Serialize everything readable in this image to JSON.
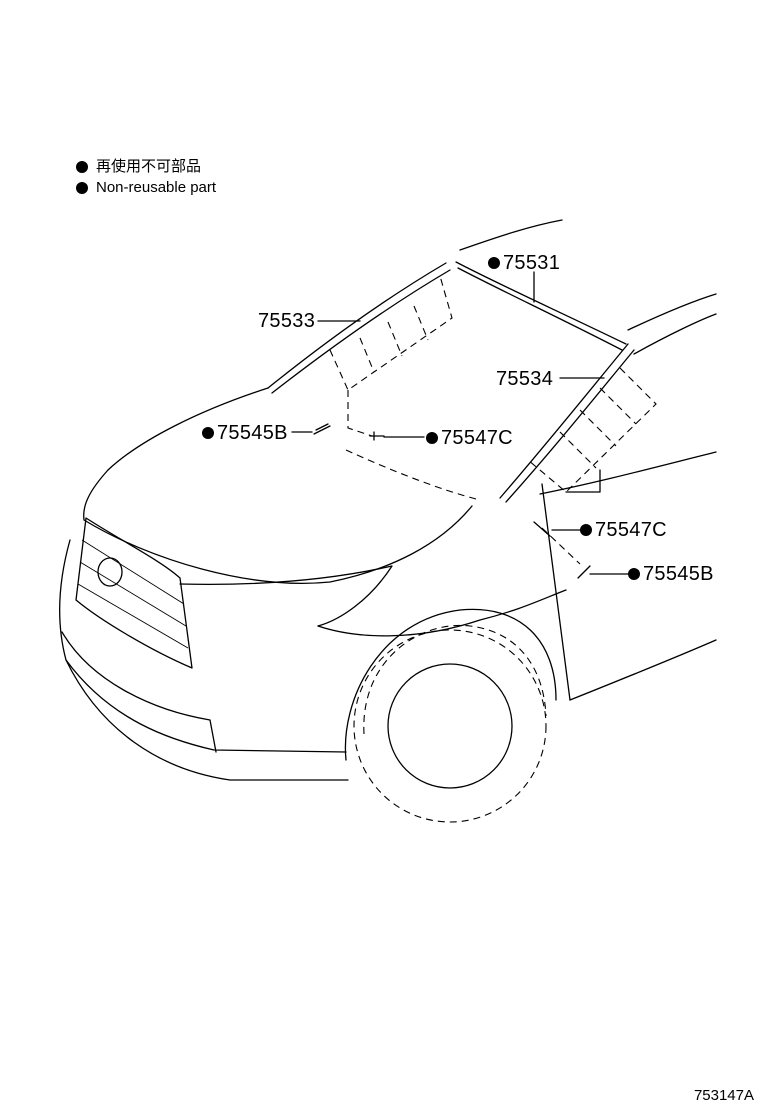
{
  "legend": [
    {
      "icon": "filled-dot",
      "text": "再使用不可部品"
    },
    {
      "icon": "filled-dot",
      "text": "Non-reusable part"
    }
  ],
  "callouts": {
    "c75531": {
      "label": "75531",
      "non_reusable": true
    },
    "c75533": {
      "label": "75533",
      "non_reusable": false
    },
    "c75534": {
      "label": "75534",
      "non_reusable": false
    },
    "c75545b_left": {
      "label": "75545B",
      "non_reusable": true
    },
    "c75547c_left": {
      "label": "75547C",
      "non_reusable": true
    },
    "c75547c_right": {
      "label": "75547C",
      "non_reusable": true
    },
    "c75545b_right": {
      "label": "75545B",
      "non_reusable": true
    }
  },
  "illustration_code": "753147A"
}
